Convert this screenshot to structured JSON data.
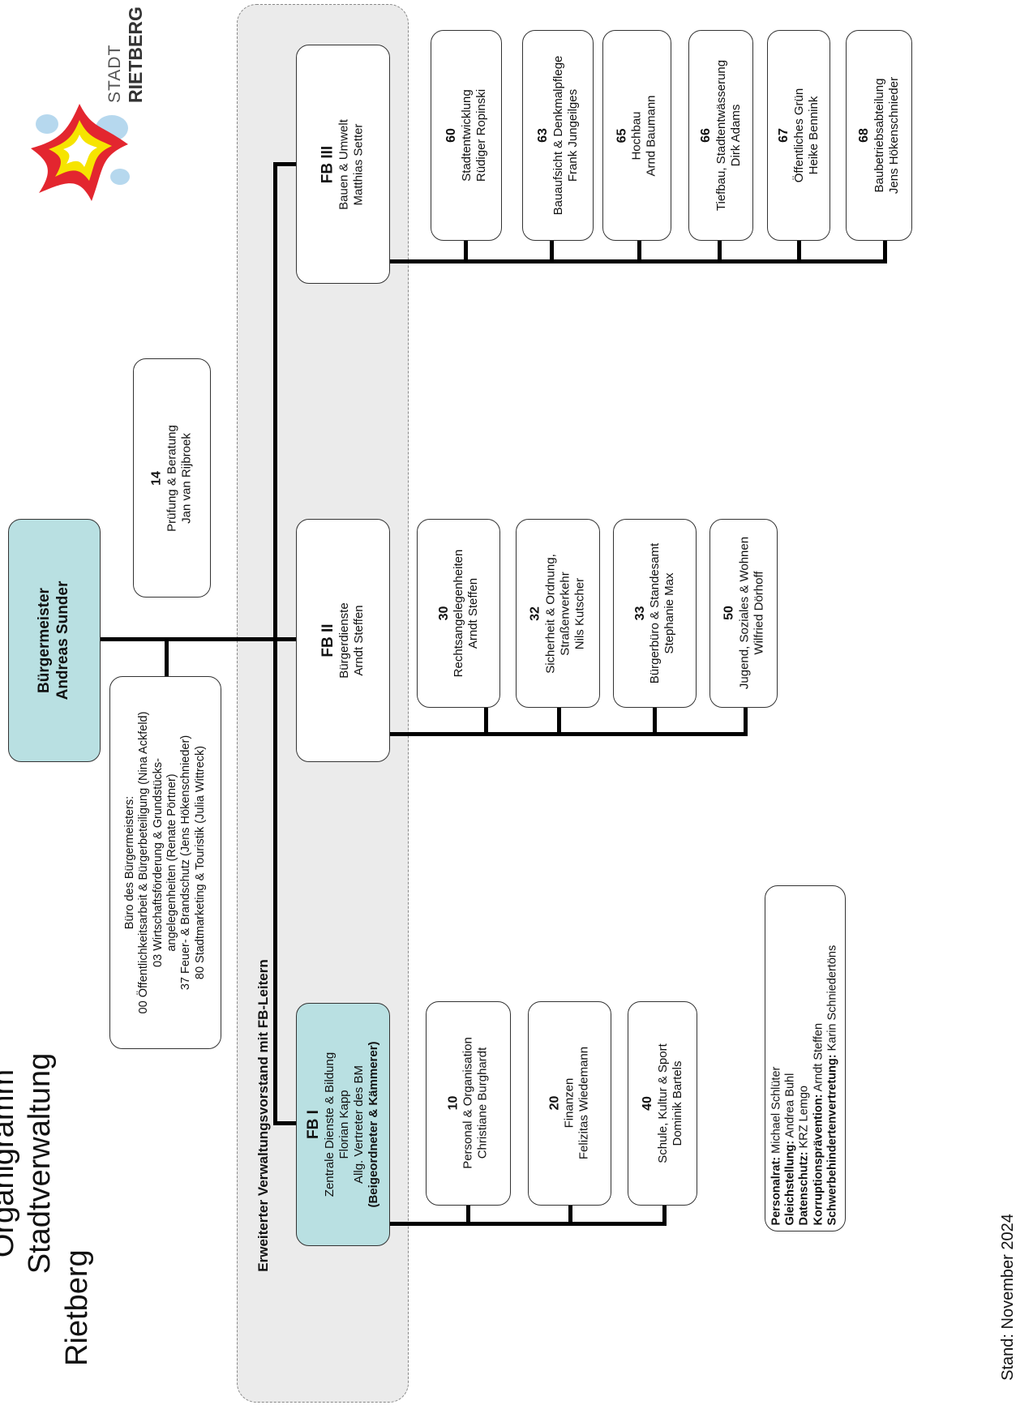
{
  "title": {
    "line1": "Organigramm Stadtverwaltung",
    "line2": "Rietberg"
  },
  "stand": "Stand: November 2024",
  "logo": {
    "top": "STADT",
    "bottom": "RIETBERG",
    "colors": {
      "red": "#e3262f",
      "yellow": "#f6e400",
      "blue": "#b6d8ee",
      "orange": "#f29400"
    }
  },
  "buergermeister": {
    "label": "Bürgermeister",
    "name": "Andreas Sunder"
  },
  "buero": {
    "lines": [
      "Büro des Bürgermeisters:",
      "00 Öffentlichkeitsarbeit & Bürgerbeteiligung (Nina Ackfeld)",
      "03 Wirtschaftsförderung & Grundstücks-",
      "angelegenheiten (Renate Pörtner)",
      "37 Feuer- & Brandschutz (Jens Hökenschnieder)",
      "80 Stadtmarketing & Touristik (Julia Wittreck)"
    ]
  },
  "pruefung": {
    "num": "14",
    "title": "Prüfung & Beratung",
    "name": "Jan van Rijbroek"
  },
  "vorstand_label": "Erweiterter Verwaltungsvorstand mit FB-Leitern",
  "fb1": {
    "title": "FB I",
    "lines": [
      "Zentrale Dienste & Bildung",
      "Florian Kapp",
      "Allg. Vertreter des BM"
    ],
    "bold_line": "(Beigeordneter & Kämmerer)",
    "units": [
      {
        "num": "10",
        "title": "Personal & Organisation",
        "name": "Christiane Burghardt"
      },
      {
        "num": "20",
        "title": "Finanzen",
        "name": "Felizitas Wiedemann"
      },
      {
        "num": "40",
        "title": "Schule, Kultur & Sport",
        "name": "Dominik Bartels"
      }
    ]
  },
  "fb2": {
    "title": "FB II",
    "lines": [
      "Bürgerdienste",
      "Arndt Steffen"
    ],
    "units": [
      {
        "num": "30",
        "title": "Rechtsangelegenheiten",
        "name": "Arndt Steffen"
      },
      {
        "num": "32",
        "title": "Sicherheit & Ordnung,",
        "title2": "Straßenverkehr",
        "name": "Nils Kutscher"
      },
      {
        "num": "33",
        "title": "Bürgerbüro & Standesamt",
        "name": "Stephanie Max"
      },
      {
        "num": "50",
        "title": "Jugend, Soziales & Wohnen",
        "name": "Wilfried Dörhoff"
      }
    ]
  },
  "fb3": {
    "title": "FB III",
    "lines": [
      "Bauen & Umwelt",
      "Matthias Setter"
    ],
    "units": [
      {
        "num": "60",
        "title": "Stadtentwicklung",
        "name": "Rüdiger Ropinski"
      },
      {
        "num": "63",
        "title": "Bauaufsicht & Denkmalpflege",
        "name": "Frank Jungeilges"
      },
      {
        "num": "65",
        "title": "Hochbau",
        "name": "Arnd Baumann"
      },
      {
        "num": "66",
        "title": "Tiefbau, Stadtentwässerung",
        "name": "Dirk Adams"
      },
      {
        "num": "67",
        "title": "Öffentliches Grün",
        "name": "Heike Bennink"
      },
      {
        "num": "68",
        "title": "Baubetriebsabteilung",
        "name": "Jens Hökenschnieder"
      }
    ]
  },
  "beauftragte": [
    {
      "label": "Personalrat:",
      "value": "Michael Schlüter"
    },
    {
      "label": "Gleichstellung:",
      "value": "Andrea Buhl"
    },
    {
      "label": "Datenschutz:",
      "value": "KRZ Lemgo"
    },
    {
      "label": "Korruptionsprävention:",
      "value": "Arndt Steffen"
    },
    {
      "label": "Schwerbehindertenvertretung:",
      "value": "Karin Schniedertöns"
    }
  ]
}
